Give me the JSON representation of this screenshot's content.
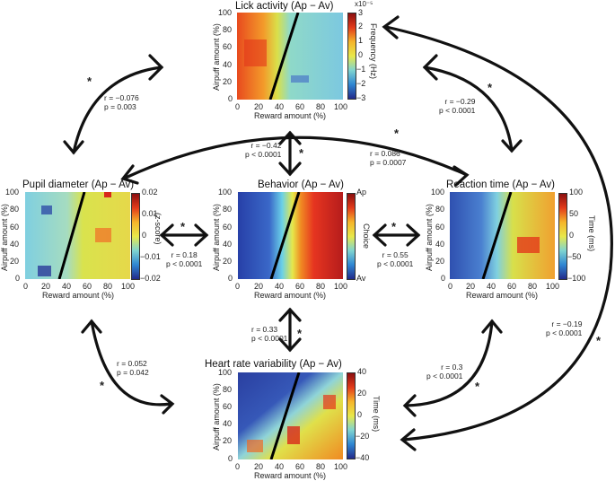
{
  "figure": {
    "panels": {
      "lick": {
        "title": "Lick activity (Ap − Av)",
        "xlabel": "Reward amount (%)",
        "ylabel": "Airpuff amount (%)",
        "colorbar_label": "Frequency (Hz)",
        "colorbar_scale": "x10⁻⁵",
        "colorbar_ticks": [
          "3",
          "2",
          "1",
          "0",
          "−1",
          "−2",
          "−3"
        ]
      },
      "pupil": {
        "title": "Pupil diameter (Ap − Av)",
        "xlabel": "Reward amount (%)",
        "ylabel": "Airpuff amount (%)",
        "colorbar_label": "(z-score)",
        "colorbar_ticks": [
          "0.02",
          "0.01",
          "0",
          "−0.01",
          "−0.02"
        ]
      },
      "behavior": {
        "title": "Behavior (Ap − Av)",
        "xlabel": "Reward amount (%)",
        "ylabel": "Airpuff amount (%)",
        "colorbar_label": "Choice",
        "colorbar_ticks": [
          "Ap",
          "Av"
        ]
      },
      "reaction": {
        "title": "Reaction time (Ap − Av)",
        "xlabel": "Reward amount (%)",
        "ylabel": "Airpuff amount (%)",
        "colorbar_label": "Time (ms)",
        "colorbar_ticks": [
          "100",
          "50",
          "0",
          "−50",
          "−100"
        ]
      },
      "hrv": {
        "title": "Heart rate variability (Ap − Av)",
        "xlabel": "Reward amount (%)",
        "ylabel": "Airpuff amount (%)",
        "colorbar_label": "Time (ms)",
        "colorbar_ticks": [
          "40",
          "20",
          "0",
          "−20",
          "−40"
        ]
      }
    },
    "axis_ticks": [
      "0",
      "20",
      "40",
      "60",
      "80",
      "100"
    ],
    "correlations": {
      "lick_pupil": {
        "r": "r = −0.076",
        "p": "p = 0.003",
        "sig": "*"
      },
      "lick_behavior": {
        "r": "r = −0.42",
        "p": "p < 0.0001",
        "sig": "*"
      },
      "lick_reaction": {
        "r": "r = −0.29",
        "p": "p < 0.0001",
        "sig": "*"
      },
      "pupil_reaction": {
        "r": "r = 0.086",
        "p": "p = 0.0007",
        "sig": "*"
      },
      "pupil_behavior": {
        "r": "r = 0.18",
        "p": "p < 0.0001",
        "sig": "*"
      },
      "behavior_reaction": {
        "r": "r = 0.55",
        "p": "p < 0.0001",
        "sig": "*"
      },
      "behavior_hrv": {
        "r": "r = 0.33",
        "p": "p < 0.0001",
        "sig": "*"
      },
      "pupil_hrv": {
        "r": "r = 0.052",
        "p": "p = 0.042",
        "sig": "*"
      },
      "reaction_hrv": {
        "r": "r = 0.3",
        "p": "p < 0.0001",
        "sig": "*"
      },
      "lick_hrv": {
        "r": "r = −0.19",
        "p": "p < 0.0001",
        "sig": "*"
      }
    },
    "colors": {
      "jet_low": "#1f2a8c",
      "jet_mid": "#e6e34a",
      "jet_high": "#b21a1a",
      "line": "#000000"
    }
  }
}
